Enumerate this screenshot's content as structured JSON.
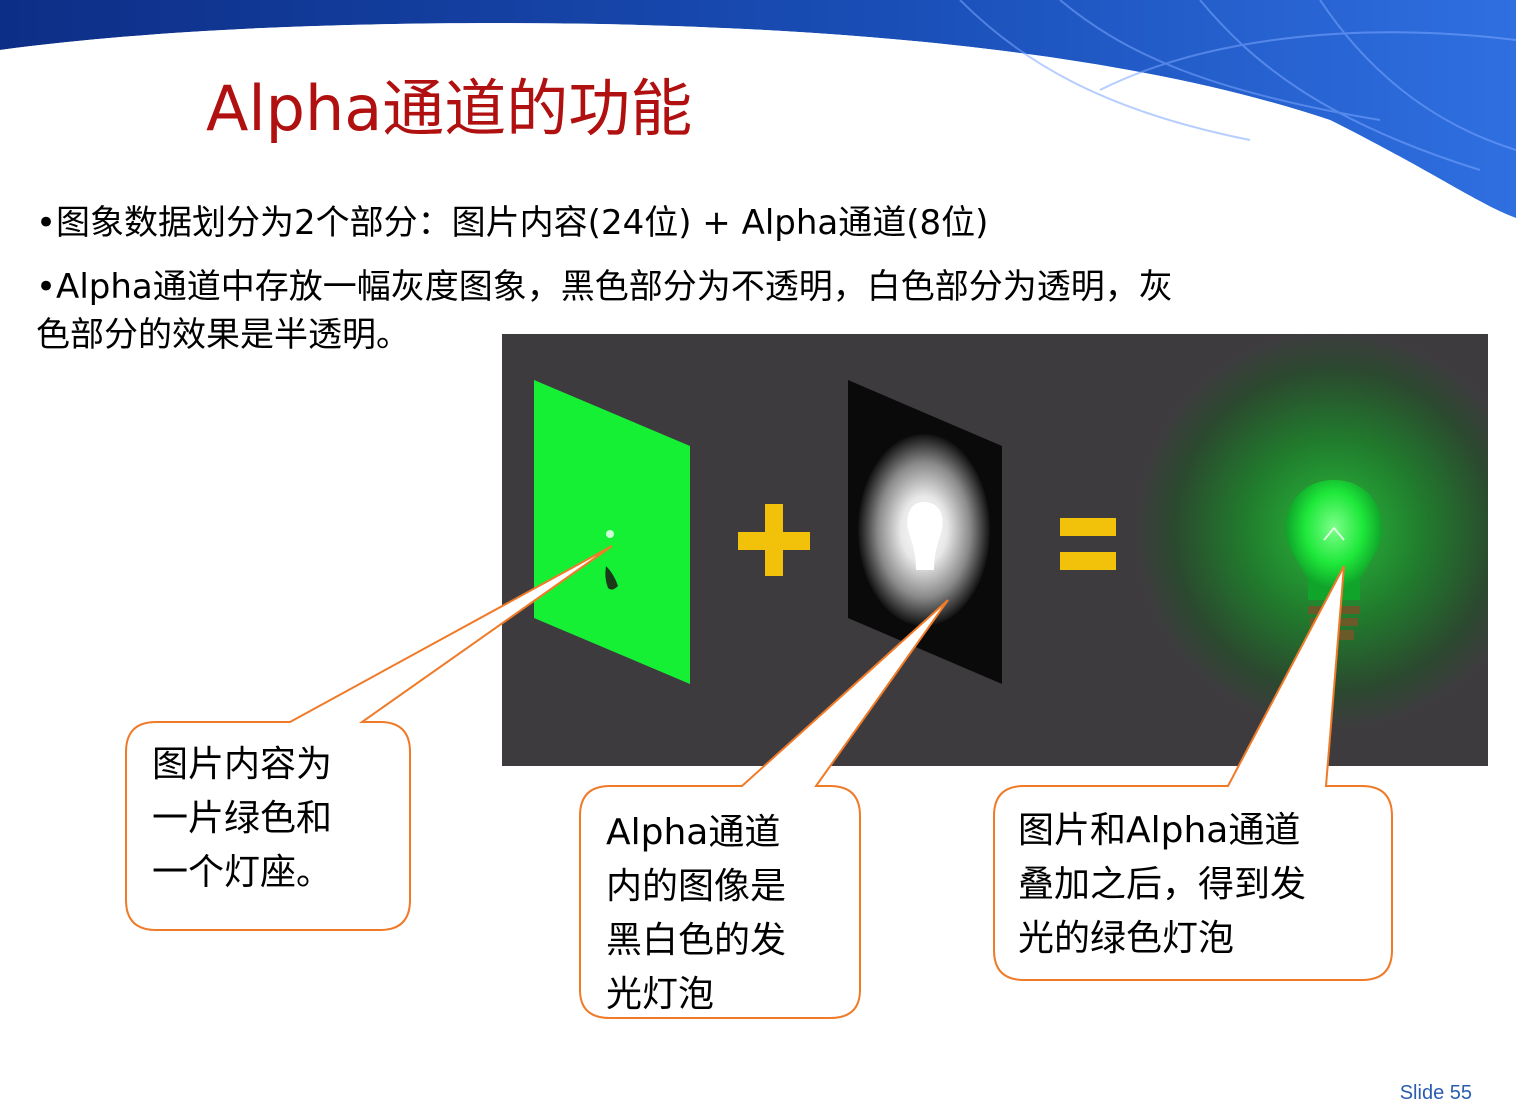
{
  "slide": {
    "title": "Alpha通道的功能",
    "bullets": [
      "•图象数据划分为2个部分：图片内容(24位) + Alpha通道(8位)",
      "•Alpha通道中存放一幅灰度图象，黑色部分为不透明，白色部分为透明，灰",
      "色部分的效果是半透明。"
    ],
    "slide_number": "Slide 55"
  },
  "callouts": [
    {
      "lines": [
        "图片内容为",
        "一片绿色和",
        "一个灯座。"
      ]
    },
    {
      "lines": [
        "Alpha通道",
        "内的图像是",
        "黑白色的发",
        "光灯泡"
      ]
    },
    {
      "lines": [
        "图片和Alpha通道",
        "叠加之后，得到发",
        "光的绿色灯泡"
      ]
    }
  ],
  "colors": {
    "title": "#b01010",
    "header_blue": "#1a4fb8",
    "panel_bg": "#3e3b3f",
    "green_card": "#15f035",
    "operator_yellow": "#f2c10a",
    "callout_border": "#ef7a28"
  }
}
